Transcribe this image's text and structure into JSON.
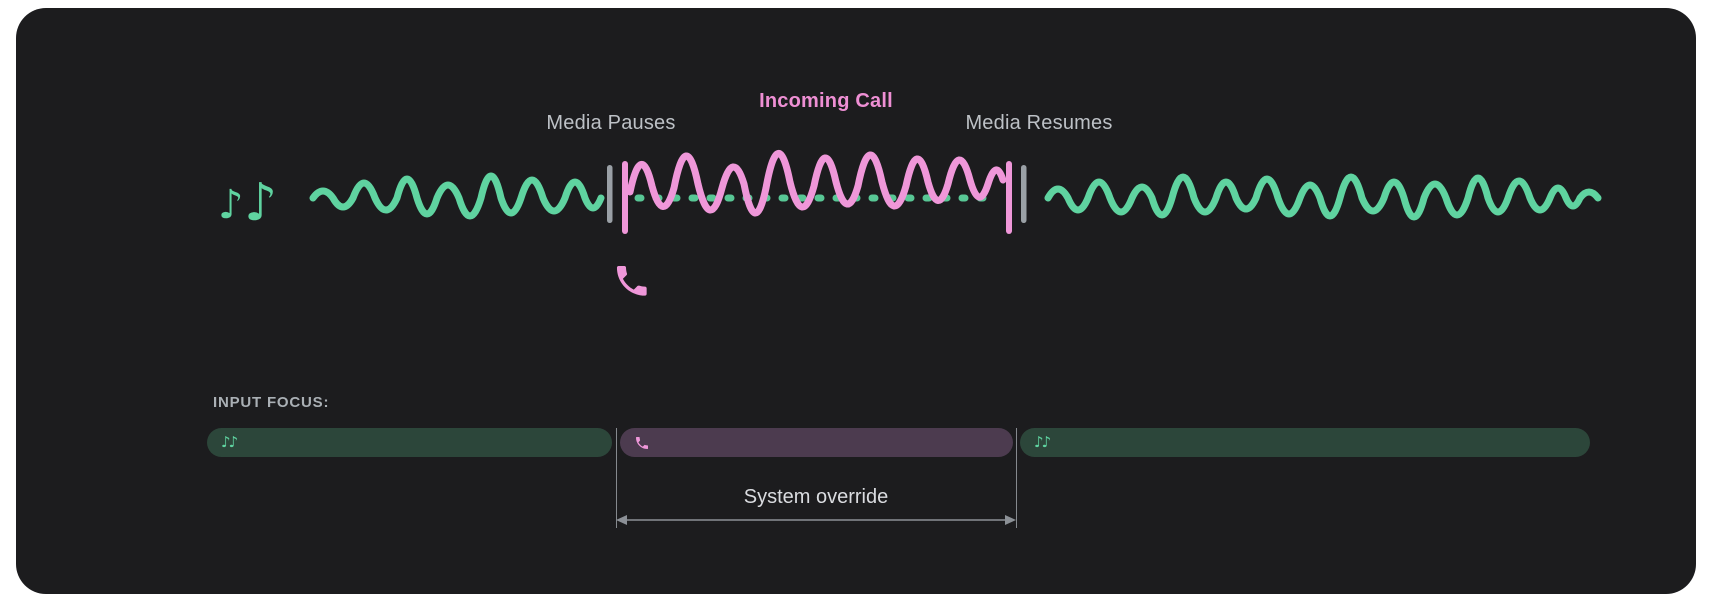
{
  "colors": {
    "panel_background": "#1c1c1e",
    "page_background": "#ffffff",
    "media_green": "#5fd3a0",
    "call_pink": "#ef97d9",
    "incoming_call_text_pink": "#ee8fd4",
    "marker_gray": "#9aa0a6",
    "label_gray": "#bdc1c6",
    "pill_media_background": "#2c463a",
    "pill_call_background": "#4c3b4f",
    "guide_gray": "#8b9096"
  },
  "timeline": {
    "media_pauses_label": "Media Pauses",
    "incoming_call_label": "Incoming Call",
    "media_resumes_label": "Media Resumes",
    "music_note_glyph": "♪"
  },
  "input_focus": {
    "heading": "INPUT FOCUS:",
    "music_glyph": "♪♪",
    "override_label": "System override",
    "segments": [
      {
        "label": "media",
        "icon": "music-notes"
      },
      {
        "label": "incoming-call",
        "icon": "phone"
      },
      {
        "label": "media",
        "icon": "music-notes"
      }
    ]
  }
}
